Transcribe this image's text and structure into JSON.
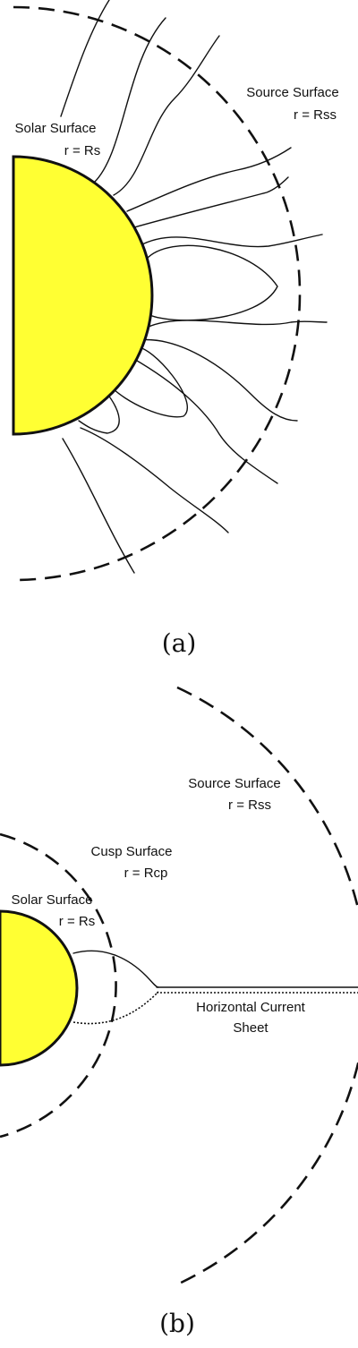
{
  "panel_a": {
    "caption": "(a)",
    "solar_surface_label": "Solar Surface",
    "solar_surface_eq": "r = Rs",
    "source_surface_label": "Source Surface",
    "source_surface_eq": "r = Rss"
  },
  "panel_b": {
    "caption": "(b)",
    "source_surface_label": "Source Surface",
    "source_surface_eq": "r = Rss",
    "cusp_surface_label": "Cusp Surface",
    "cusp_surface_eq": "r = Rcp",
    "solar_surface_label": "Solar Surface",
    "solar_surface_eq": "r = Rs",
    "current_sheet_line1": "Horizontal Current",
    "current_sheet_line2": "Sheet"
  },
  "colors": {
    "sun_fill": "#ffff33",
    "line": "#111111"
  }
}
